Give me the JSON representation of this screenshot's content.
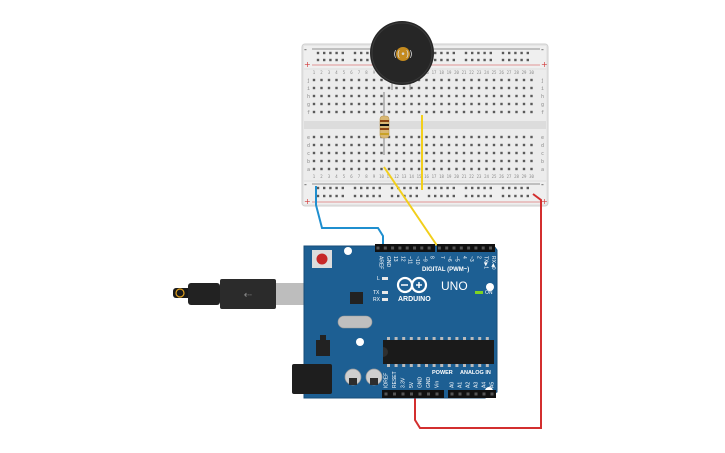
{
  "breadboard": {
    "columns": [
      "1",
      "2",
      "3",
      "4",
      "5",
      "6",
      "7",
      "8",
      "9",
      "10",
      "11",
      "12",
      "13",
      "14",
      "15",
      "16",
      "17",
      "18",
      "19",
      "20",
      "21",
      "22",
      "23",
      "24",
      "25",
      "26",
      "27",
      "28",
      "29",
      "30"
    ],
    "rows_top": [
      "j",
      "i",
      "h",
      "g",
      "f"
    ],
    "rows_bottom": [
      "e",
      "d",
      "c",
      "b",
      "a"
    ],
    "rail_plus": "+",
    "rail_minus": "-"
  },
  "buzzer": {
    "symbol": "((•))"
  },
  "arduino": {
    "brand": "ARDUINO",
    "model": "UNO",
    "digital_label": "DIGITAL (PWM~)",
    "power_label": "POWER",
    "analog_label": "ANALOG IN",
    "on_label": "ON",
    "led_labels": [
      "L",
      "TX",
      "RX"
    ],
    "header_top_labels": [
      "AREF",
      "GND",
      "13",
      "12",
      "~11",
      "~10",
      "~9",
      "8",
      "7",
      "~6",
      "~5",
      "4",
      "~3",
      "2",
      "TX▶1",
      "RX◀0"
    ],
    "power_pins": [
      "IOREF",
      "RESET",
      "3.3V",
      "5V",
      "GND",
      "GND",
      "Vin"
    ],
    "analog_pins": [
      "A0",
      "A1",
      "A2",
      "A3",
      "A4",
      "A5"
    ]
  },
  "colors": {
    "board_blue": "#1d5f93",
    "wire_blue": "#1f8fcf",
    "wire_yellow": "#f2cf1b",
    "wire_red": "#d32f2f",
    "breadboard": "#ececec"
  }
}
